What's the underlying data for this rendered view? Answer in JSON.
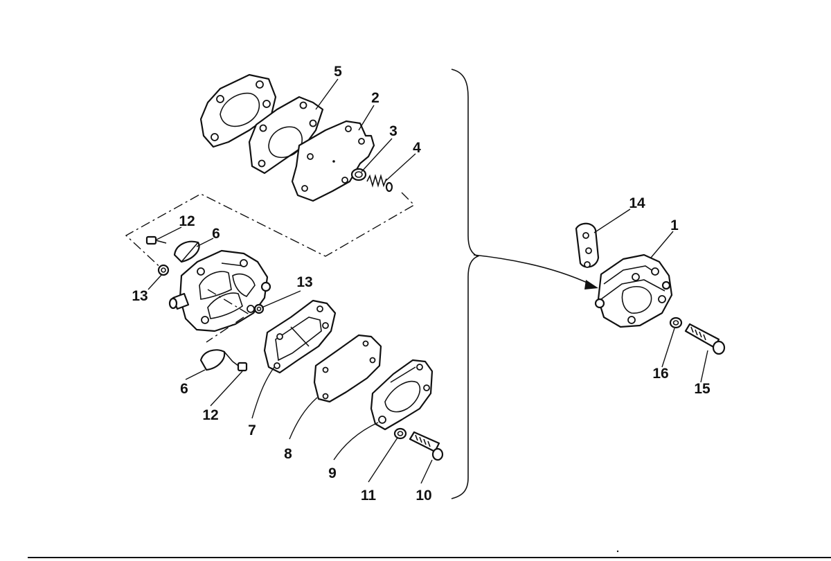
{
  "callouts": {
    "c1": "1",
    "c2": "2",
    "c3": "3",
    "c4": "4",
    "c5": "5",
    "c6a": "6",
    "c6b": "6",
    "c7": "7",
    "c8": "8",
    "c9": "9",
    "c10": "10",
    "c11": "11",
    "c12a": "12",
    "c12b": "12",
    "c13a": "13",
    "c13b": "13",
    "c14": "14",
    "c15": "15",
    "c16": "16"
  }
}
